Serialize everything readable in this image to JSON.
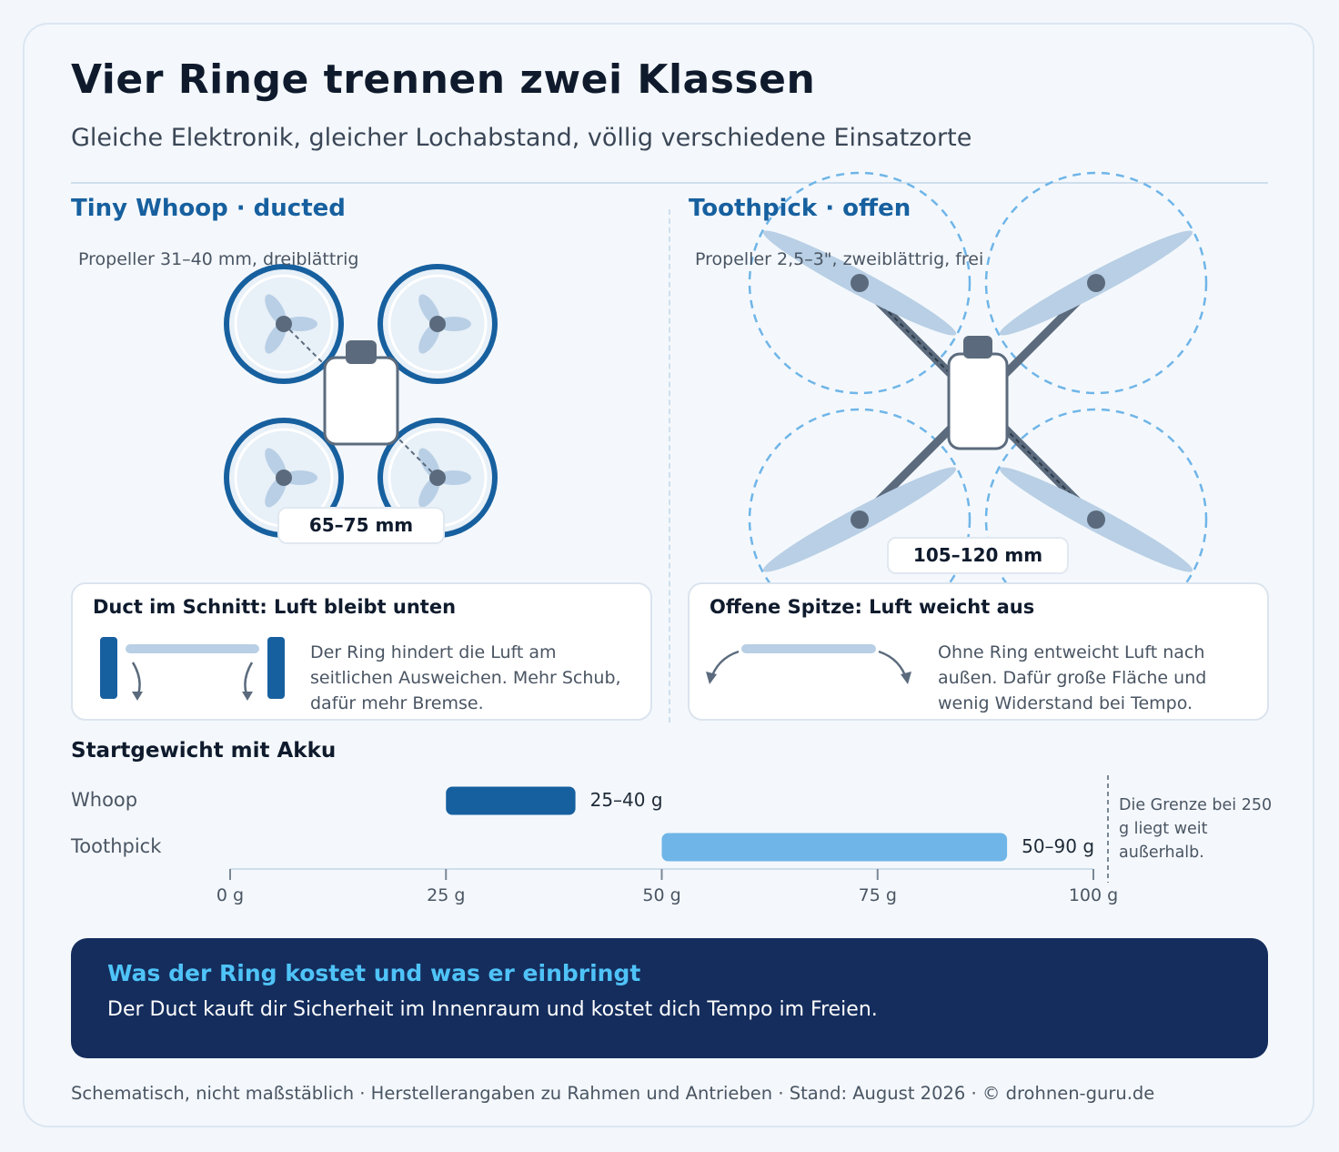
{
  "title": "Vier Ringe trennen zwei Klassen",
  "subtitle": "Gleiche Elektronik, gleicher Lochabstand, völlig verschiedene Einsatzorte",
  "whoop": {
    "heading": "Tiny Whoop · ducted",
    "propeller_note": "Propeller 31–40 mm, dreiblättrig",
    "dimension": "65–75 mm",
    "box_title": "Duct im Schnitt: Luft bleibt unten",
    "box_text": "Der Ring hindert die Luft am seitlichen Ausweichen. Mehr Schub, dafür mehr Bremse."
  },
  "toothpick": {
    "heading": "Toothpick · offen",
    "propeller_note": "Propeller 2,5–3\", zweiblättrig, frei",
    "dimension": "105–120 mm",
    "box_title": "Offene Spitze: Luft weicht aus",
    "box_text": "Ohne Ring entweicht Luft nach außen. Dafür große Fläche und wenig Widerstand bei Tempo."
  },
  "chart_data": {
    "type": "bar",
    "orientation": "horizontal",
    "range_bars": true,
    "title": "Startgewicht mit Akku",
    "categories": [
      "Whoop",
      "Toothpick"
    ],
    "ranges": [
      [
        25,
        40
      ],
      [
        50,
        90
      ]
    ],
    "value_labels": [
      "25–40 g",
      "50–90 g"
    ],
    "xlim": [
      0,
      100
    ],
    "ticks": [
      0,
      25,
      50,
      75,
      100
    ],
    "tick_labels": [
      "0 g",
      "25 g",
      "50 g",
      "75 g",
      "100 g"
    ],
    "colors": [
      "#17609f",
      "#6fb5e8"
    ],
    "annotation": "Die Grenze bei 250 g liegt weit außerhalb."
  },
  "banner": {
    "heading": "Was der Ring kostet und was er einbringt",
    "text": "Der Duct kauft dir Sicherheit im Innenraum und kostet dich Tempo im Freien."
  },
  "footer": "Schematisch, nicht maßstäblich · Herstellerangaben zu Rahmen und Antrieben · Stand: August 2026 · © drohnen-guru.de",
  "colors": {
    "duct_blue": "#17609f",
    "light_blue": "#6fb5e8",
    "prop_blade": "#b8cfe5",
    "motor_gray": "#5b6b7d",
    "banner_bg": "#142d5d",
    "banner_accent": "#4fc3f7"
  }
}
